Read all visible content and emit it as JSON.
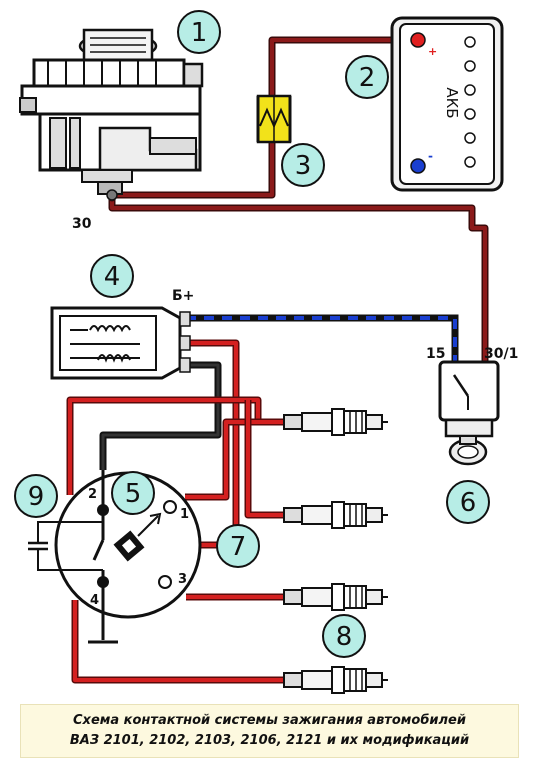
{
  "labels": {
    "callout_1": "1",
    "callout_2": "2",
    "callout_3": "3",
    "callout_4": "4",
    "callout_5": "5",
    "callout_6": "6",
    "callout_7": "7",
    "callout_8": "8",
    "callout_9": "9",
    "terminal_30": "30",
    "terminal_b_plus": "Б+",
    "terminal_15": "15",
    "terminal_30_1": "30/1",
    "battery_label": "АКБ",
    "battery_plus": "+",
    "battery_minus": "-",
    "contact_1": "1",
    "contact_2": "2",
    "contact_3": "3",
    "contact_4": "4"
  },
  "caption": {
    "line1": "Схема контактной системы зажигания автомобилей",
    "line2": "ВАЗ 2101, 2102, 2103, 2106, 2121 и их модификаций"
  },
  "colors": {
    "wire_red": "#d42020",
    "wire_dark_red": "#8b1a1a",
    "wire_black": "#111111",
    "wire_blue": "#1a3fd0",
    "callout_fill": "#b7ede6",
    "fuse_fill": "#f2e21a",
    "battery_plus_dot": "#e02020",
    "battery_minus_dot": "#1a3fd0",
    "caption_bg": "#fdf9df"
  }
}
